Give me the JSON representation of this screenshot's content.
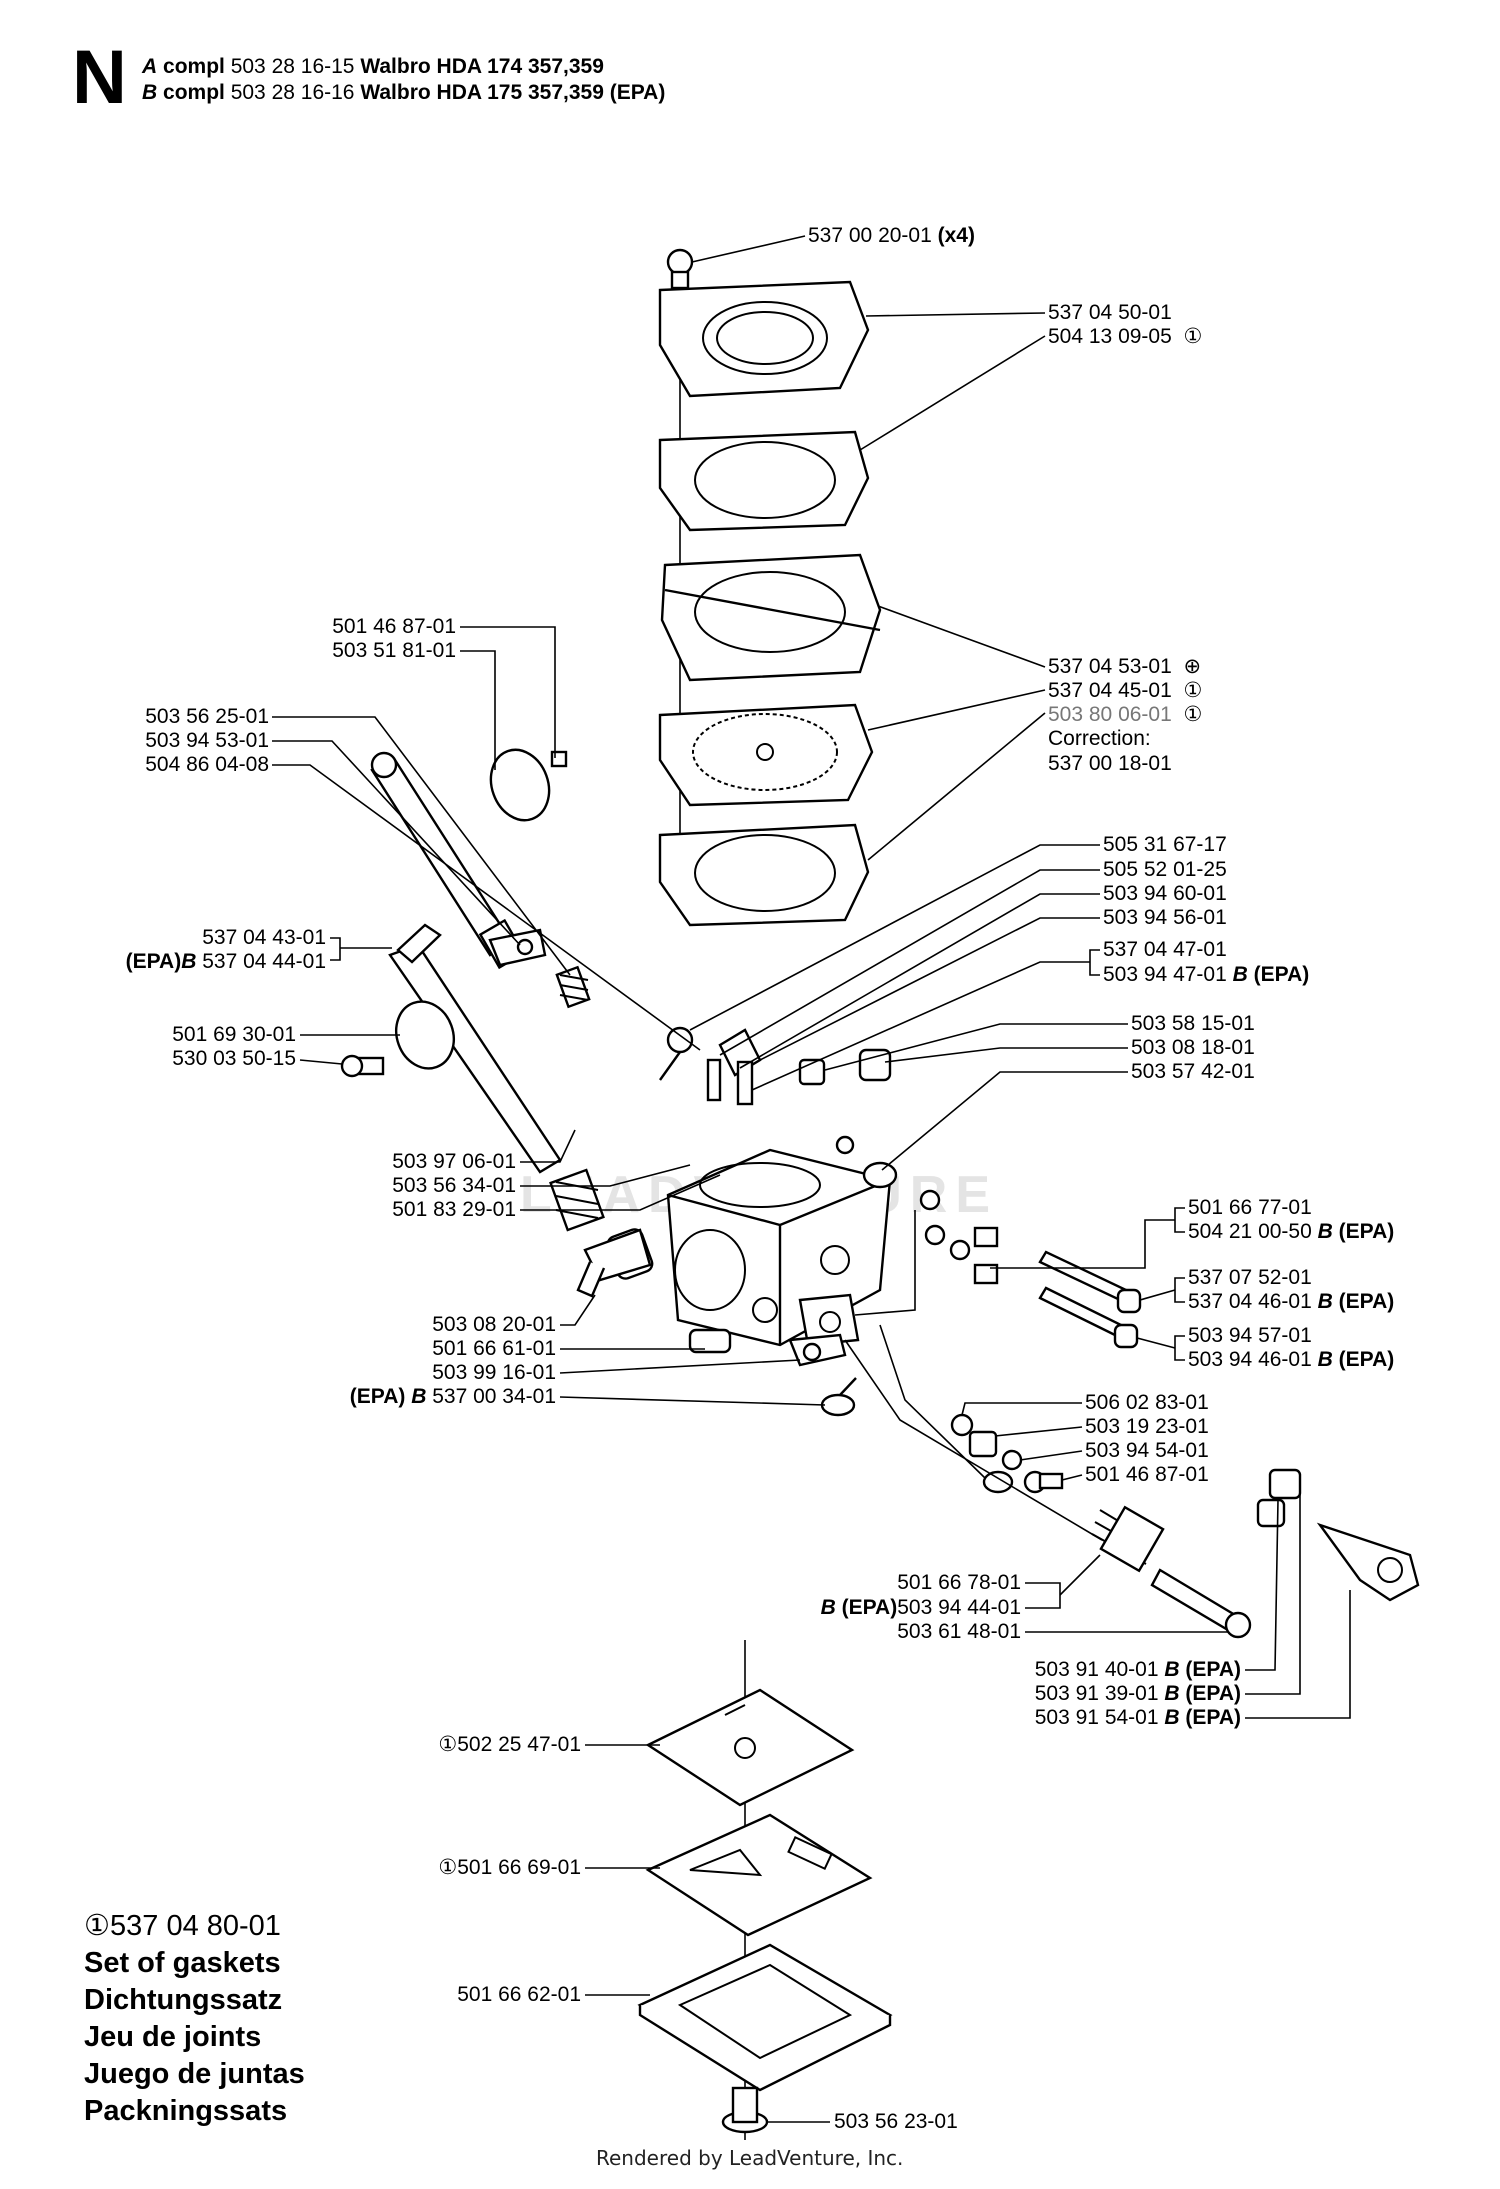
{
  "header": {
    "section": "N",
    "line_a": {
      "letter": "A",
      "word": "compl",
      "number": "503 28 16-15",
      "model": "Walbro HDA 174 357,359"
    },
    "line_b": {
      "letter": "B",
      "word": "compl",
      "number": "503 28 16-16",
      "model": "Walbro HDA 175 357,359 (EPA)"
    }
  },
  "labels": {
    "p1": "537 00 20-01",
    "p1_qty": "(x4)",
    "p2": "537 04 50-01",
    "p3": "504 13 09-05",
    "p3_mark": "①",
    "p4": "537 04 53-01",
    "p4_mark": "⊕",
    "p5": "537 04 45-01",
    "p5_mark": "①",
    "p6": "503 80 06-01",
    "p6_mark": "①",
    "p6_correction": "Correction:",
    "p6_new": "537 00 18-01",
    "p7": "501 46 87-01",
    "p8": "503 51 81-01",
    "p9": "503 56 25-01",
    "p10": "503 94 53-01",
    "p11": "504 86 04-08",
    "p12": "505 31 67-17",
    "p13": "505 52 01-25",
    "p14": "503 94 60-01",
    "p15": "503 94 56-01",
    "p16": "537 04 47-01",
    "p17": "503 94 47-01",
    "p17_b": "B",
    "p17_epa": "(EPA)",
    "p18": "537 04 43-01",
    "p19_epa": "(EPA)",
    "p19_b": "B",
    "p19": "537 04 44-01",
    "p20": "501 69 30-01",
    "p21": "530 03 50-15",
    "p22": "503 58 15-01",
    "p23": "503 08 18-01",
    "p24": "503 57 42-01",
    "p25": "503 97 06-01",
    "p26": "503 56 34-01",
    "p27": "501 83 29-01",
    "p28": "501 66 77-01",
    "p29": "504 21 00-50",
    "p29_b": "B",
    "p29_epa": "(EPA)",
    "p30": "537 07 52-01",
    "p31": "537 04 46-01",
    "p31_b": "B",
    "p31_epa": "(EPA)",
    "p32": "503 94 57-01",
    "p33": "503 94 46-01",
    "p33_b": "B",
    "p33_epa": "(EPA)",
    "p34": "503 08 20-01",
    "p35": "501 66 61-01",
    "p36": "503 99 16-01",
    "p37_epa": "(EPA)",
    "p37_b": "B",
    "p37": "537 00 34-01",
    "p38": "506 02 83-01",
    "p39": "503 19 23-01",
    "p40": "503 94 54-01",
    "p41": "501 46 87-01",
    "p42": "501 66 78-01",
    "p43_b": "B",
    "p43_epa": "(EPA)",
    "p43": "503 94 44-01",
    "p44": "503 61 48-01",
    "p45": "503 91 40-01",
    "p45_b": "B",
    "p45_epa": "(EPA)",
    "p46": "503 91 39-01",
    "p46_b": "B",
    "p46_epa": "(EPA)",
    "p47": "503 91 54-01",
    "p47_b": "B",
    "p47_epa": "(EPA)",
    "p48_mark": "①",
    "p48": "502 25 47-01",
    "p49_mark": "①",
    "p49": "501 66 69-01",
    "p50": "501 66 62-01",
    "p51": "503 56 23-01"
  },
  "legend": {
    "mark": "①",
    "number": "537 04 80-01",
    "rows": [
      "Set of gaskets",
      "Dichtungssatz",
      "Jeu de joints",
      "Juego de juntas",
      "Packningssats"
    ]
  },
  "footer": "Rendered by LeadVenture, Inc.",
  "watermark": "LEADVENTURE"
}
